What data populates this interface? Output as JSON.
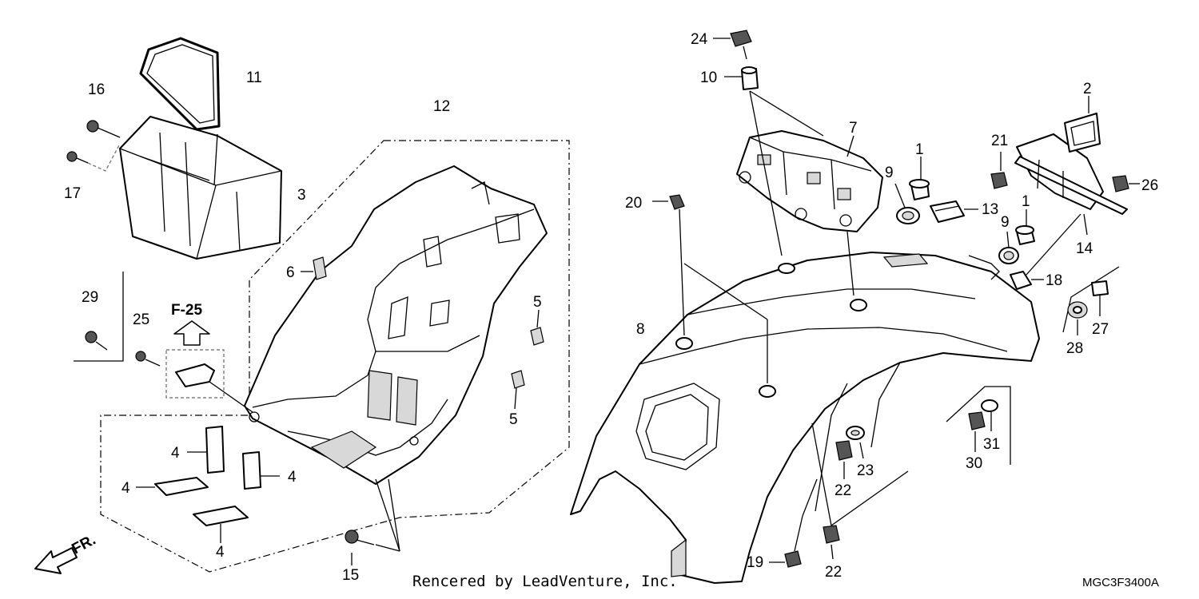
{
  "diagram": {
    "callouts": [
      {
        "id": "c1a",
        "text": "1"
      },
      {
        "id": "c1b",
        "text": "1"
      },
      {
        "id": "c2",
        "text": "2"
      },
      {
        "id": "c3",
        "text": "3"
      },
      {
        "id": "c4a",
        "text": "4"
      },
      {
        "id": "c4b",
        "text": "4"
      },
      {
        "id": "c4c",
        "text": "4"
      },
      {
        "id": "c4d",
        "text": "4"
      },
      {
        "id": "c5a",
        "text": "5"
      },
      {
        "id": "c5b",
        "text": "5"
      },
      {
        "id": "c6",
        "text": "6"
      },
      {
        "id": "c7",
        "text": "7"
      },
      {
        "id": "c8",
        "text": "8"
      },
      {
        "id": "c9a",
        "text": "9"
      },
      {
        "id": "c9b",
        "text": "9"
      },
      {
        "id": "c10",
        "text": "10"
      },
      {
        "id": "c11",
        "text": "11"
      },
      {
        "id": "c12",
        "text": "12"
      },
      {
        "id": "c13",
        "text": "13"
      },
      {
        "id": "c14",
        "text": "14"
      },
      {
        "id": "c15",
        "text": "15"
      },
      {
        "id": "c16",
        "text": "16"
      },
      {
        "id": "c17",
        "text": "17"
      },
      {
        "id": "c18",
        "text": "18"
      },
      {
        "id": "c19",
        "text": "19"
      },
      {
        "id": "c20",
        "text": "20"
      },
      {
        "id": "c21",
        "text": "21"
      },
      {
        "id": "c22a",
        "text": "22"
      },
      {
        "id": "c22b",
        "text": "22"
      },
      {
        "id": "c23",
        "text": "23"
      },
      {
        "id": "c24",
        "text": "24"
      },
      {
        "id": "c25",
        "text": "25"
      },
      {
        "id": "c26",
        "text": "26"
      },
      {
        "id": "c27",
        "text": "27"
      },
      {
        "id": "c28",
        "text": "28"
      },
      {
        "id": "c29",
        "text": "29"
      },
      {
        "id": "c30",
        "text": "30"
      },
      {
        "id": "c31",
        "text": "31"
      }
    ],
    "reference": "F-25",
    "front_marker": "FR.",
    "credit": "Rencered by LeadVenture, Inc.",
    "diagram_code": "MGC3F3400A"
  }
}
